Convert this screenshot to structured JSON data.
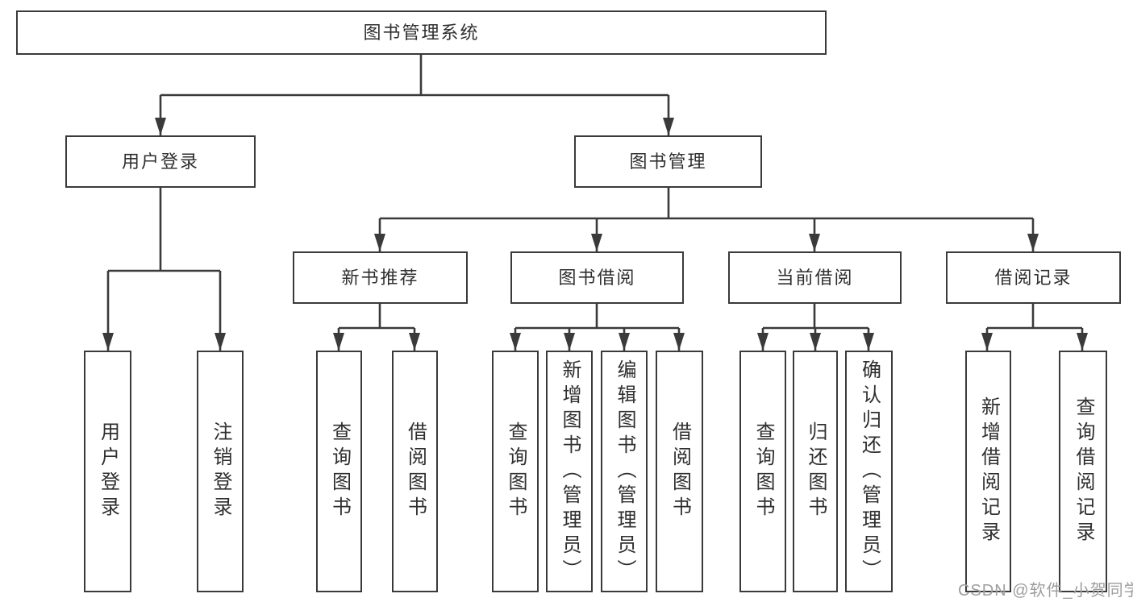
{
  "diagram_title": "图书管理系统",
  "nodes": {
    "root": "图书管理系统",
    "user_login": "用户登录",
    "book_mgmt": "图书管理",
    "new_books": "新书推荐",
    "book_borrow": "图书借阅",
    "current_borrow": "当前借阅",
    "borrow_records": "借阅记录",
    "leaf_user_login": "用户登录",
    "leaf_logout": "注销登录",
    "leaf_nb_query": "查询图书",
    "leaf_nb_borrow": "借阅图书",
    "leaf_bb_query": "查询图书",
    "leaf_bb_add": "新增图书（管理员）",
    "leaf_bb_edit": "编辑图书（管理员）",
    "leaf_bb_borrow": "借阅图书",
    "leaf_cb_query": "查询图书",
    "leaf_cb_return": "归还图书",
    "leaf_cb_confirm": "确认归还（管理员）",
    "leaf_br_add": "新增借阅记录",
    "leaf_br_query": "查询借阅记录"
  },
  "watermark": "CSDN @软件_小贺同学",
  "colors": {
    "line": "#3a3a3a",
    "text": "#2f2f2f",
    "background": "#ffffff",
    "watermark": "#969696"
  }
}
